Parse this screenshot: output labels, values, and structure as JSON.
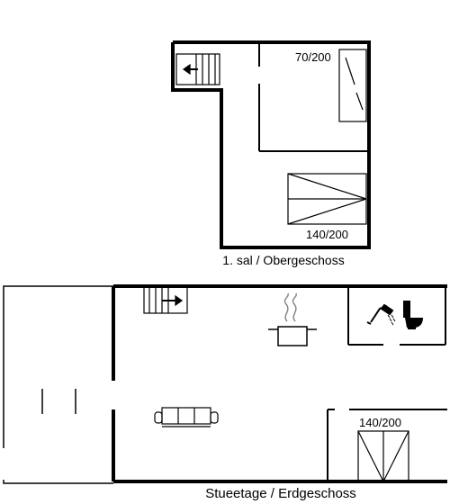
{
  "upper_floor": {
    "caption": "1. sal / Obergeschoss",
    "bed_small_label": "70/200",
    "bed_large_label": "140/200",
    "icons": [
      "staircase-icon",
      "single-bed-icon",
      "double-bed-icon"
    ]
  },
  "ground_floor": {
    "caption": "Stueetage / Erdgeschoss",
    "bed_label": "140/200",
    "icons": [
      "staircase-icon",
      "cooking-pot-icon",
      "shower-icon",
      "toilet-icon",
      "sofa-icon",
      "double-bed-icon",
      "window-icon"
    ]
  },
  "colors": {
    "wall": "#000000",
    "background": "#ffffff"
  }
}
